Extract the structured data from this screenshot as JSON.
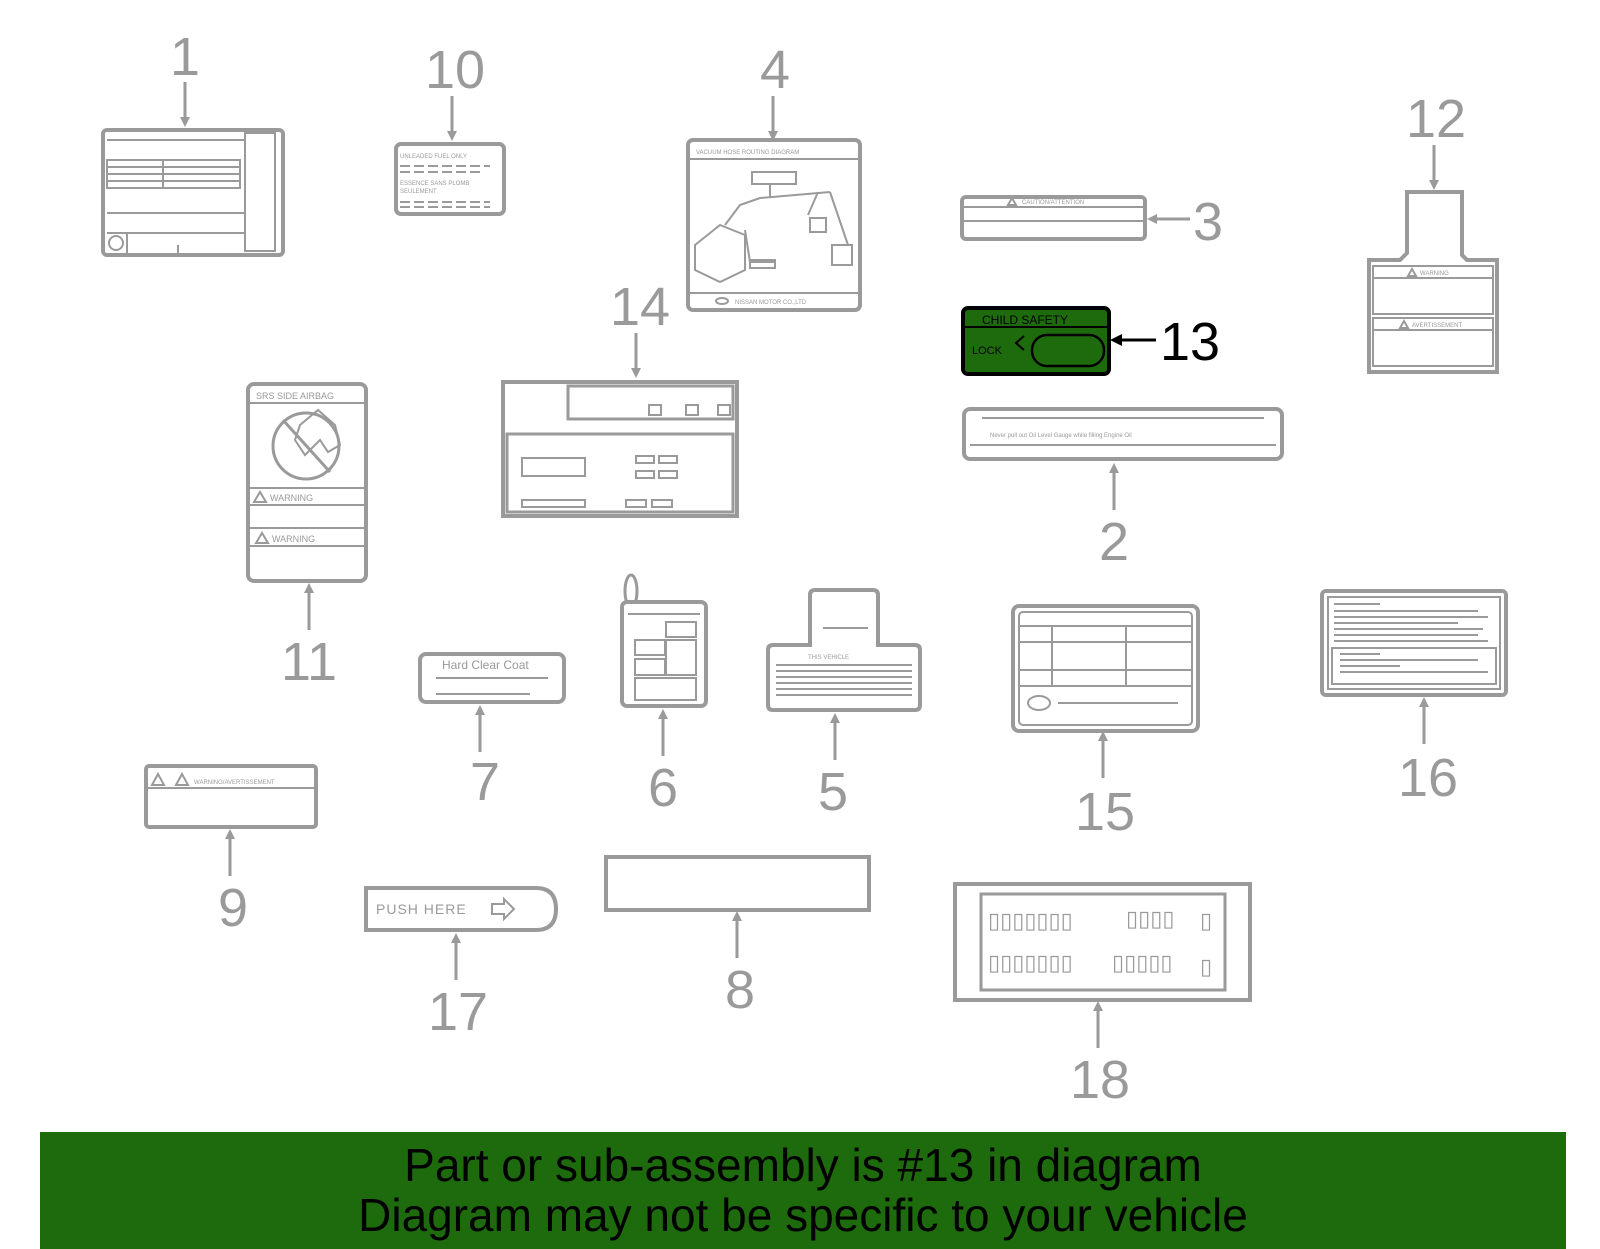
{
  "callouts": {
    "n1": "1",
    "n2": "2",
    "n3": "3",
    "n4": "4",
    "n5": "5",
    "n6": "6",
    "n7": "7",
    "n8": "8",
    "n9": "9",
    "n10": "10",
    "n11": "11",
    "n12": "12",
    "n13": "13",
    "n14": "14",
    "n15": "15",
    "n16": "16",
    "n17": "17",
    "n18": "18"
  },
  "labels": {
    "l10_title": "UNLEADED FUEL ONLY",
    "l10_sub1": "ESSENCE SANS PLOMB",
    "l10_sub2": "SEULEMENT",
    "l4_title": "VACUUM HOSE ROUTING DIAGRAM",
    "l4_footer": "NISSAN MOTOR CO.,LTD",
    "l3_text": "CAUTION/ATTENTION",
    "l13_title": "CHILD SAFETY",
    "l13_lock": "LOCK",
    "l12_warn": "WARNING",
    "l12_avert": "AVERTISSEMENT",
    "l2_text": "Never pull out Oil Level Gauge while filling Engine Oil",
    "l11_title": "SRS SIDE AIRBAG",
    "l11_warn1": "WARNING",
    "l11_warn2": "WARNING",
    "l7_text": "Hard Clear Coat",
    "l5_text": "THIS VEHICLE",
    "l9_text": "WARNING/AVERTISSEMENT",
    "l17_text": "PUSH HERE",
    "l18_row1a": "▯▯▯▯▯▯▯",
    "l18_row1b": "▯▯▯▯",
    "l18_row1c": "▯",
    "l18_row2a": "▯▯▯▯▯▯▯",
    "l18_row2b": "▯▯▯▯▯",
    "l18_row2c": "▯"
  },
  "colors": {
    "highlight": "#1e6b0e",
    "line_gray": "#9a9a9a"
  },
  "highlighted_part": "13",
  "banner": {
    "line1": "Part or sub-assembly is #13 in diagram",
    "line2": "Diagram may not be specific to your vehicle"
  }
}
